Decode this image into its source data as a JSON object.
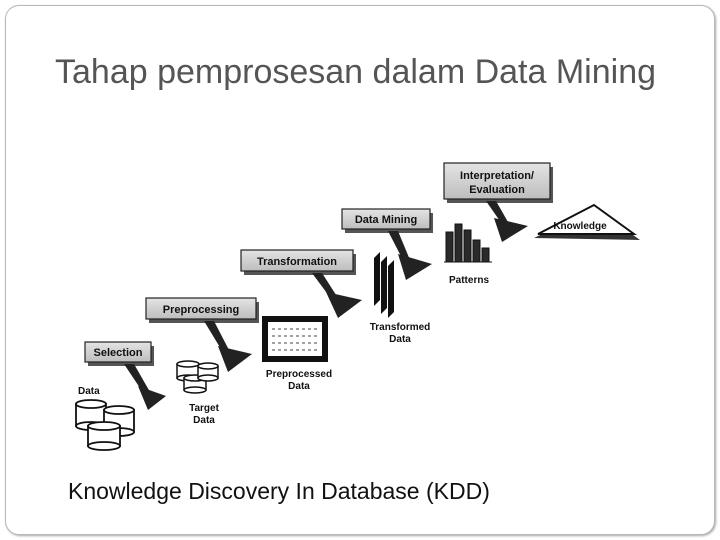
{
  "slide": {
    "title": "Tahap pemprosesan dalam Data Mining",
    "caption": "Knowledge Discovery In Database (KDD)"
  },
  "diagram": {
    "stages": [
      "Selection",
      "Preprocessing",
      "Transformation",
      "Data Mining"
    ],
    "stage_interpretation": [
      "Interpretation/",
      "Evaluation"
    ],
    "knowledge": "Knowledge",
    "data_labels": {
      "data": "Data",
      "target_1": "Target",
      "target_2": "Data",
      "preprocessed_1": "Preprocessed",
      "preprocessed_2": "Data",
      "transformed_1": "Transformed",
      "transformed_2": "Data",
      "patterns": "Patterns"
    }
  }
}
